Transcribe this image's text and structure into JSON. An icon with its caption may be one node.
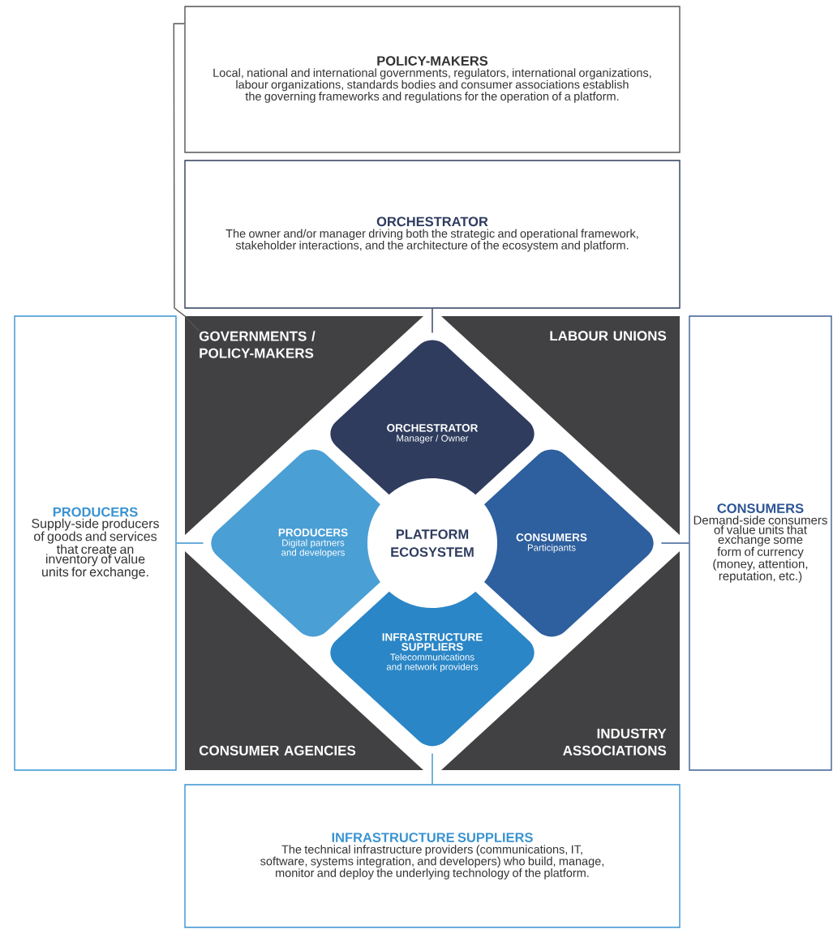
{
  "diagram": {
    "nodes": [
      {
        "text": [
          "POLICY-MAKERS",
          "Local, national and international governments, regulators, international organizations, labour organizations, standards bodies and consumer associations establish the governing frameworks and regulations for the operation of a platform."
        ]
      },
      {
        "text": [
          "ORCHESTRATOR",
          "The owner and/or manager driving both the strategic and operational framework, stakeholder interactions, and the architecture of the ecosystem and platform."
        ]
      },
      {
        "text": [
          "GOVERNMENTS / POLICY-MAKERS"
        ]
      },
      {
        "text": [
          "LABOUR UNIONS"
        ]
      },
      {
        "text": [
          "CONSUMER AGENCIES"
        ]
      },
      {
        "text": [
          "INDUSTRY ASSOCIATIONS"
        ]
      },
      {
        "text": [
          "ORCHESTRATOR",
          "Manager / Owner"
        ]
      },
      {
        "text": [
          "PRODUCERS",
          "Digital partners and developers"
        ]
      },
      {
        "text": [
          "CONSUMERS",
          "Participants"
        ]
      },
      {
        "text": [
          "INFRASTRUCTURE SUPPLIERS",
          "Telecommunications and network providers"
        ]
      },
      {
        "text": [
          "PLATFORM ECOSYSTEM"
        ]
      },
      {
        "text": [
          "PRODUCERS",
          "Supply-side producers of goods and services that create an inventory of value units for exchange."
        ]
      },
      {
        "text": [
          "CONSUMERS",
          "Demand-side consumers of value units that exchange some form of currency (money, attention, reputation, etc.)"
        ]
      },
      {
        "text": [
          "INFRASTRUCTURE SUPPLIERS",
          "The technical infrastructure providers (communications, IT, software, systems integration, and developers) who build, manage, monitor and deploy the underlying technology of the platform."
        ]
      }
    ],
    "edges": [
      {
        "from": 0,
        "to": 2,
        "arrow": "none",
        "color": "#555555"
      },
      {
        "from": 1,
        "to": 6,
        "arrow": "none",
        "color": "#2f3c5e"
      },
      {
        "from": 11,
        "to": 7,
        "arrow": "none",
        "color": "#3a93d1"
      },
      {
        "from": 12,
        "to": 8,
        "arrow": "none",
        "color": "#3d5f95"
      },
      {
        "from": 9,
        "to": 13,
        "arrow": "none",
        "color": "#3a93d1"
      }
    ]
  }
}
